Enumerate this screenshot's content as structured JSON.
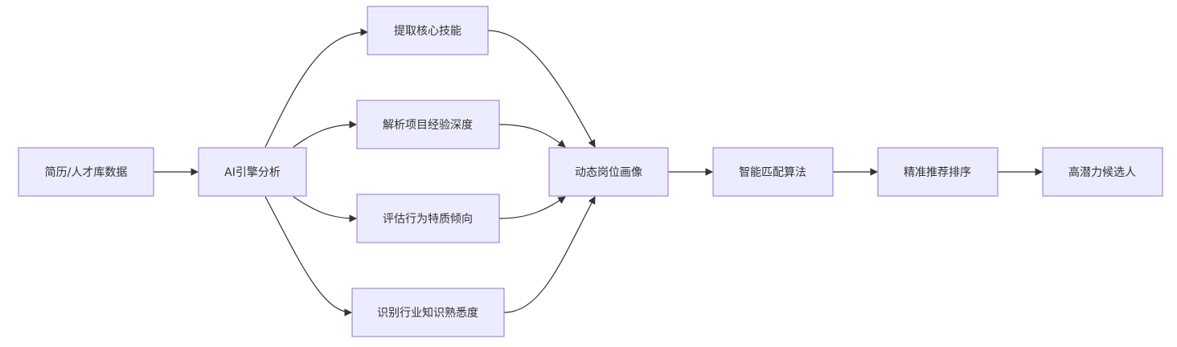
{
  "nodes": {
    "source": "简历/人才库数据",
    "engine": "AI引擎分析",
    "skills": "提取核心技能",
    "projects": "解析项目经验深度",
    "traits": "评估行为特质倾向",
    "industry": "识别行业知识熟悉度",
    "profile": "动态岗位画像",
    "match": "智能匹配算法",
    "rank": "精准推荐排序",
    "output": "高潜力候选人"
  },
  "edges": [
    {
      "from": "source",
      "to": "engine"
    },
    {
      "from": "engine",
      "to": "skills"
    },
    {
      "from": "engine",
      "to": "projects"
    },
    {
      "from": "engine",
      "to": "traits"
    },
    {
      "from": "engine",
      "to": "industry"
    },
    {
      "from": "skills",
      "to": "profile"
    },
    {
      "from": "projects",
      "to": "profile"
    },
    {
      "from": "traits",
      "to": "profile"
    },
    {
      "from": "industry",
      "to": "profile"
    },
    {
      "from": "profile",
      "to": "match"
    },
    {
      "from": "match",
      "to": "rank"
    },
    {
      "from": "rank",
      "to": "output"
    }
  ],
  "colors": {
    "node_fill": "#ECECFF",
    "node_stroke": "#9370DB",
    "edge": "#333333",
    "text": "#333333"
  }
}
